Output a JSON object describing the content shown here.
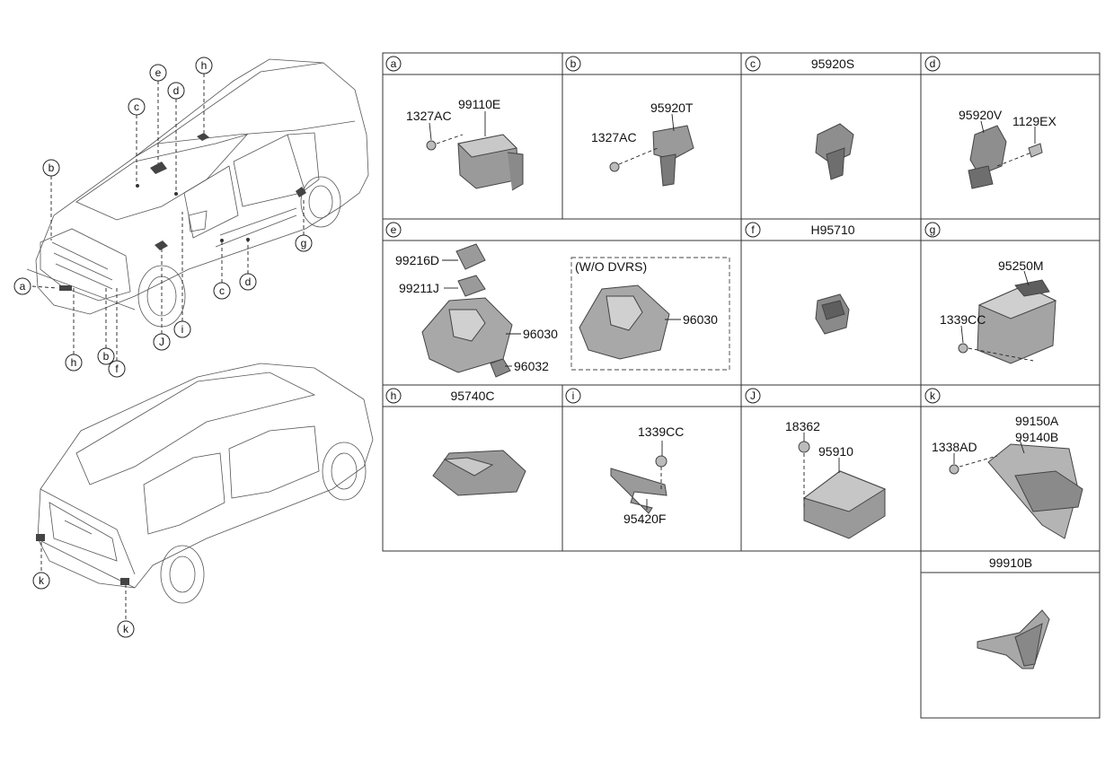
{
  "callout_letters": {
    "a": "a",
    "b": "b",
    "c": "c",
    "d": "d",
    "e": "e",
    "f": "f",
    "g": "g",
    "h": "h",
    "i": "i",
    "J": "J",
    "k": "k"
  },
  "cells": {
    "a": {
      "letter": "a",
      "title": "",
      "parts": [
        "1327AC",
        "99110E"
      ]
    },
    "b": {
      "letter": "b",
      "title": "",
      "parts": [
        "95920T",
        "1327AC"
      ]
    },
    "c": {
      "letter": "c",
      "title": "95920S",
      "parts": []
    },
    "d": {
      "letter": "d",
      "title": "",
      "parts": [
        "95920V",
        "1129EX"
      ]
    },
    "e": {
      "letter": "e",
      "title": "",
      "parts": [
        "99216D",
        "99211J",
        "96030",
        "96032"
      ],
      "inset_label": "(W/O DVRS)",
      "inset_parts": [
        "96030"
      ]
    },
    "f": {
      "letter": "f",
      "title": "H95710",
      "parts": []
    },
    "g": {
      "letter": "g",
      "title": "",
      "parts": [
        "95250M",
        "1339CC"
      ]
    },
    "h": {
      "letter": "h",
      "title": "95740C",
      "parts": []
    },
    "i": {
      "letter": "i",
      "title": "",
      "parts": [
        "1339CC",
        "95420F"
      ]
    },
    "J": {
      "letter": "J",
      "title": "",
      "parts": [
        "18362",
        "95910"
      ]
    },
    "k": {
      "letter": "k",
      "title": "",
      "parts": [
        "99150A",
        "99140B",
        "1338AD"
      ]
    },
    "extra": {
      "letter": "",
      "title": "99910B",
      "parts": []
    }
  },
  "colors": {
    "line": "#333333",
    "part_fill": "#9a9a9a",
    "part_dark": "#6e6e6e",
    "part_light": "#c8c8c8"
  }
}
